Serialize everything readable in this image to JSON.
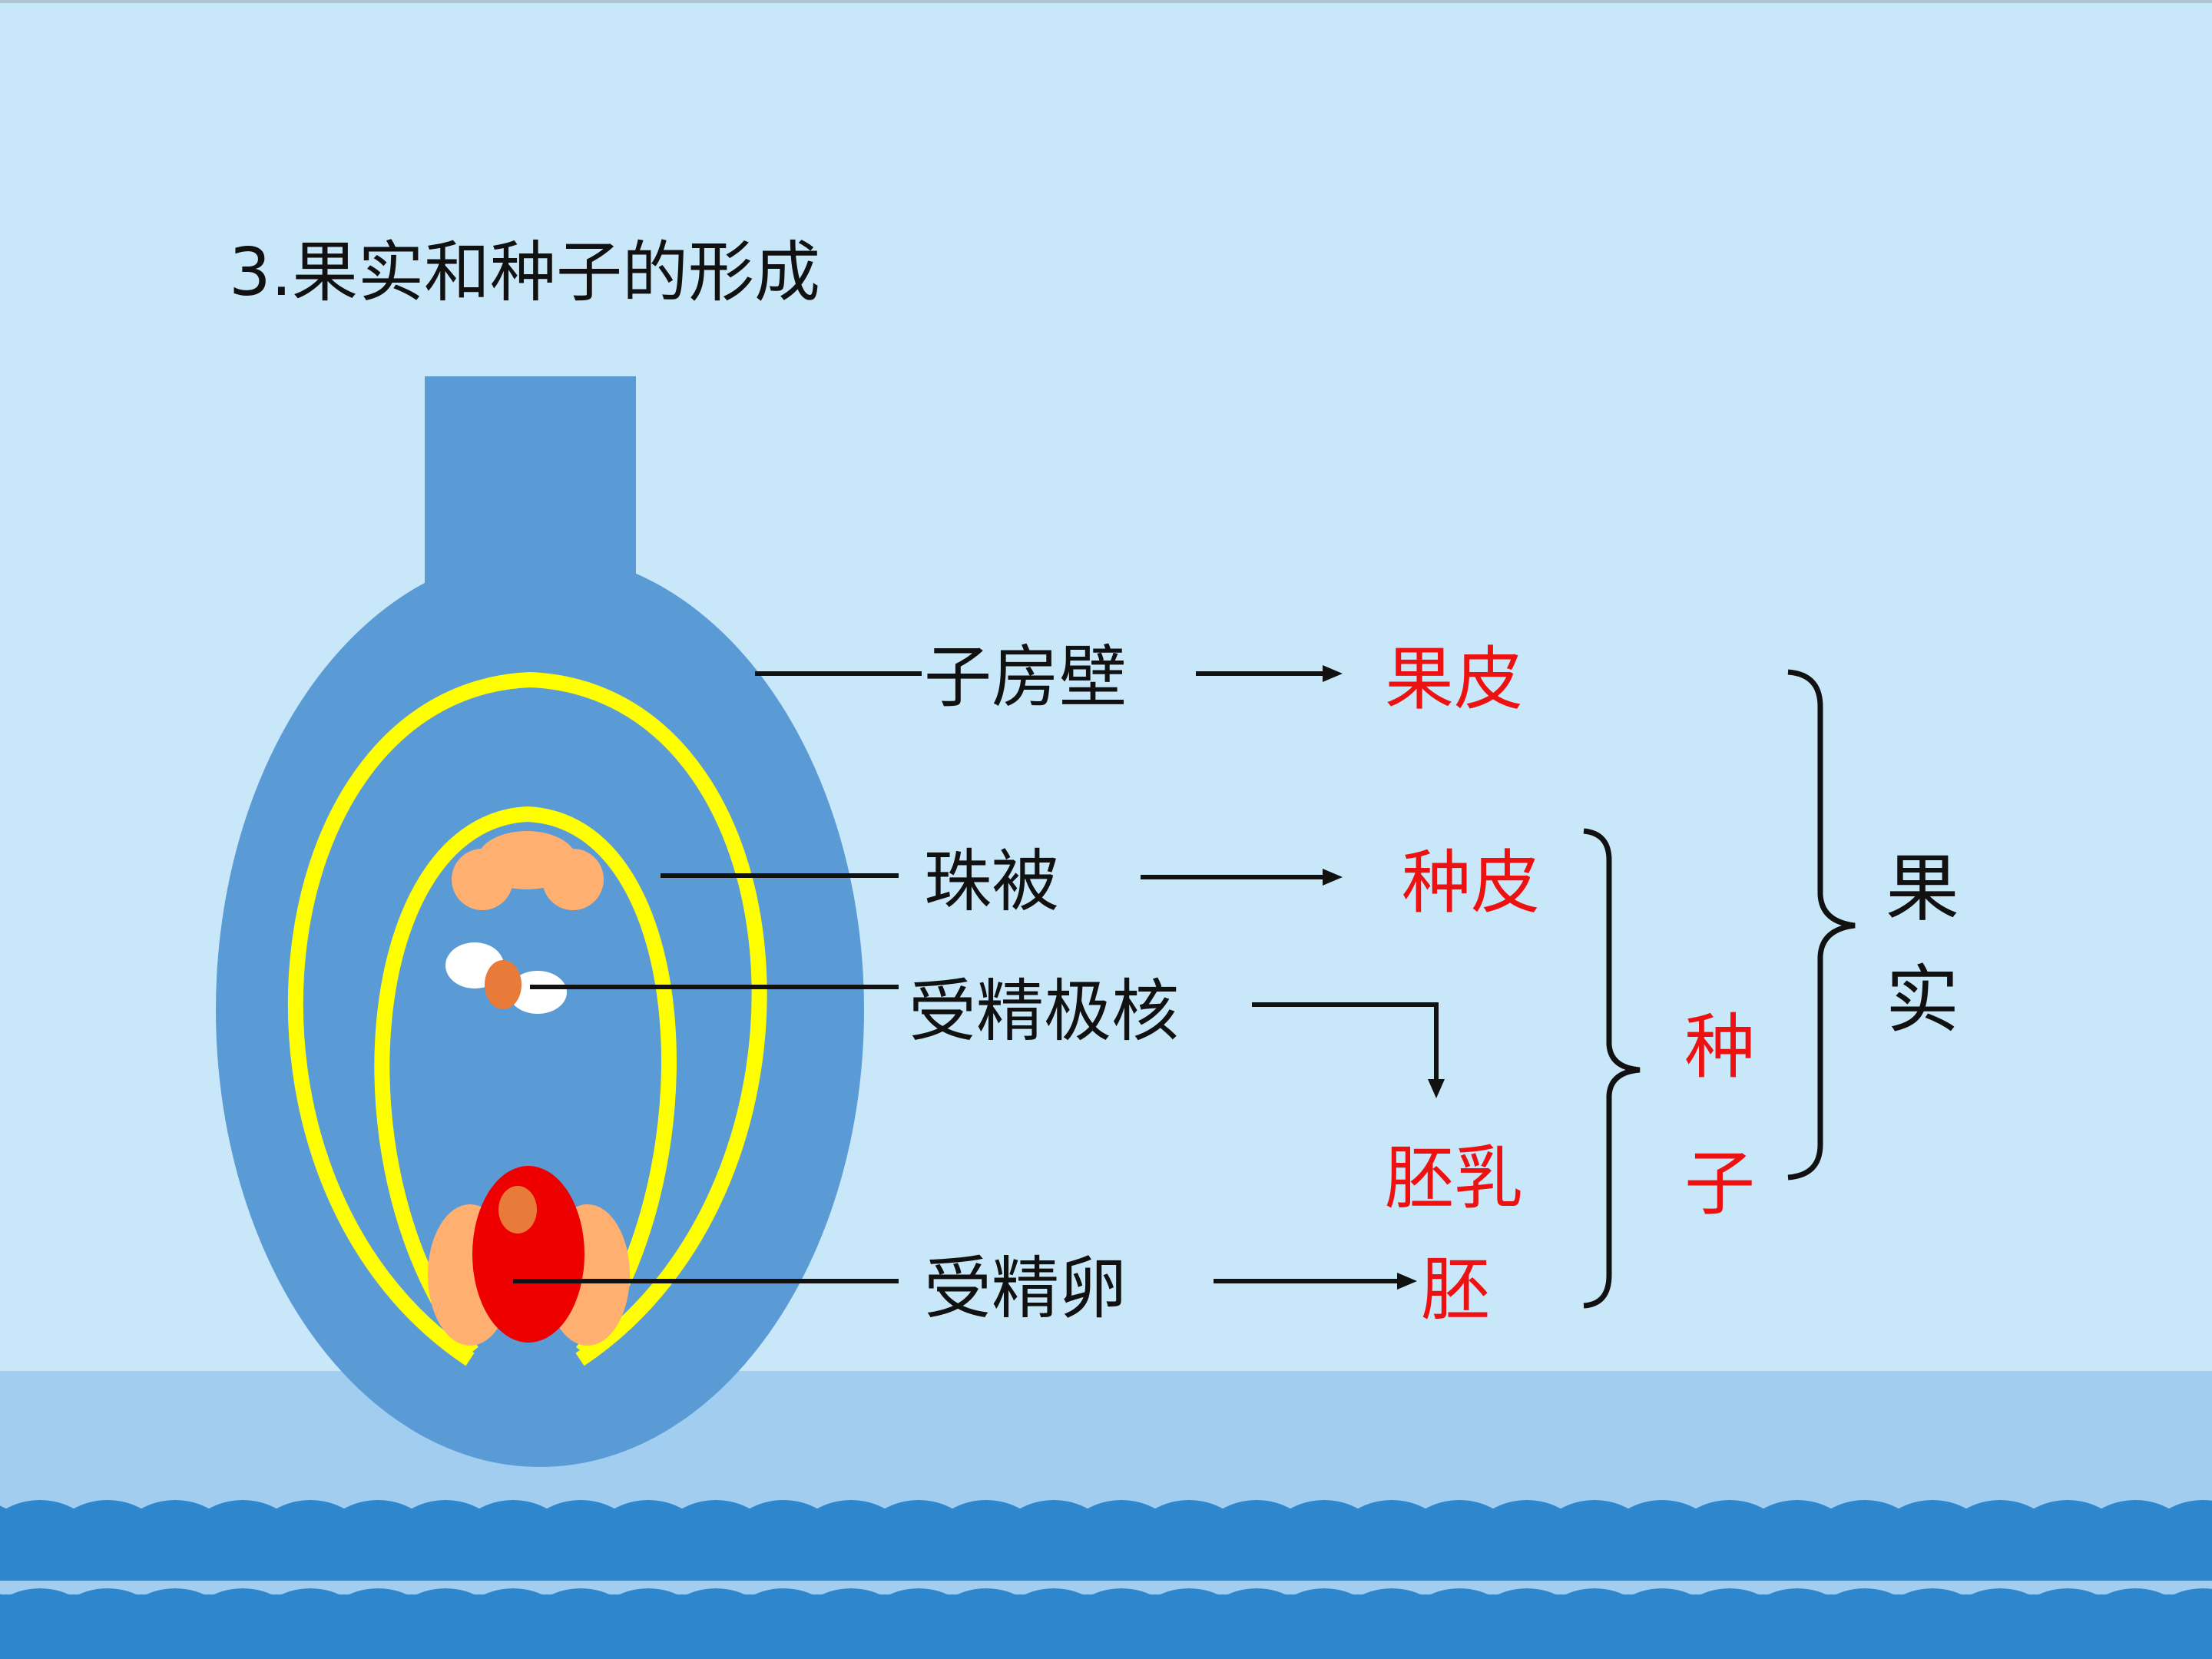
{
  "title": "3.果实和种子的形成",
  "colors": {
    "background": "#c8e8fa",
    "ground_band": "#a0cdf0",
    "wave_dark": "#2e86cc",
    "ovary_body": "#5b9bd5",
    "integument_outline": "#ffff00",
    "tissue_orange": "#ffb070",
    "egg_red": "#ee0000",
    "nucleus_orange": "#e87a3a",
    "polar_white": "#ffffff",
    "result_red": "#ee1111",
    "line_black": "#111111"
  },
  "rows": [
    {
      "source": "子房壁",
      "result": "果皮"
    },
    {
      "source": "珠被",
      "result": "种皮"
    },
    {
      "source": "受精极核",
      "result": "胚乳"
    },
    {
      "source": "受精卵",
      "result": "胚"
    }
  ],
  "groups": {
    "seed": "种子",
    "fruit": "果实"
  }
}
